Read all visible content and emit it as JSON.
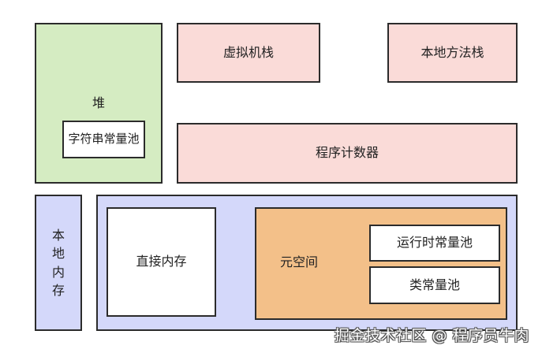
{
  "jvm_memory": {
    "heap": {
      "label": "堆",
      "string_constant_pool": "字符串常量池"
    },
    "vm_stack": "虚拟机栈",
    "native_method_stack": "本地方法栈",
    "program_counter": "程序计数器",
    "local_memory": "本地内存",
    "direct_memory": "直接内存",
    "metaspace": {
      "label": "元空间",
      "runtime_constant_pool": "运行时常量池",
      "class_constant_pool": "类常量池"
    }
  },
  "watermark": "掘金技术社区 @ 程序员牛肉",
  "colors": {
    "heap": "#d5ecc2",
    "stack_and_counter": "#fadbd8",
    "local_memory": "#d4d8fa",
    "metaspace": "#f3c089",
    "border": "#2b2b2b"
  }
}
